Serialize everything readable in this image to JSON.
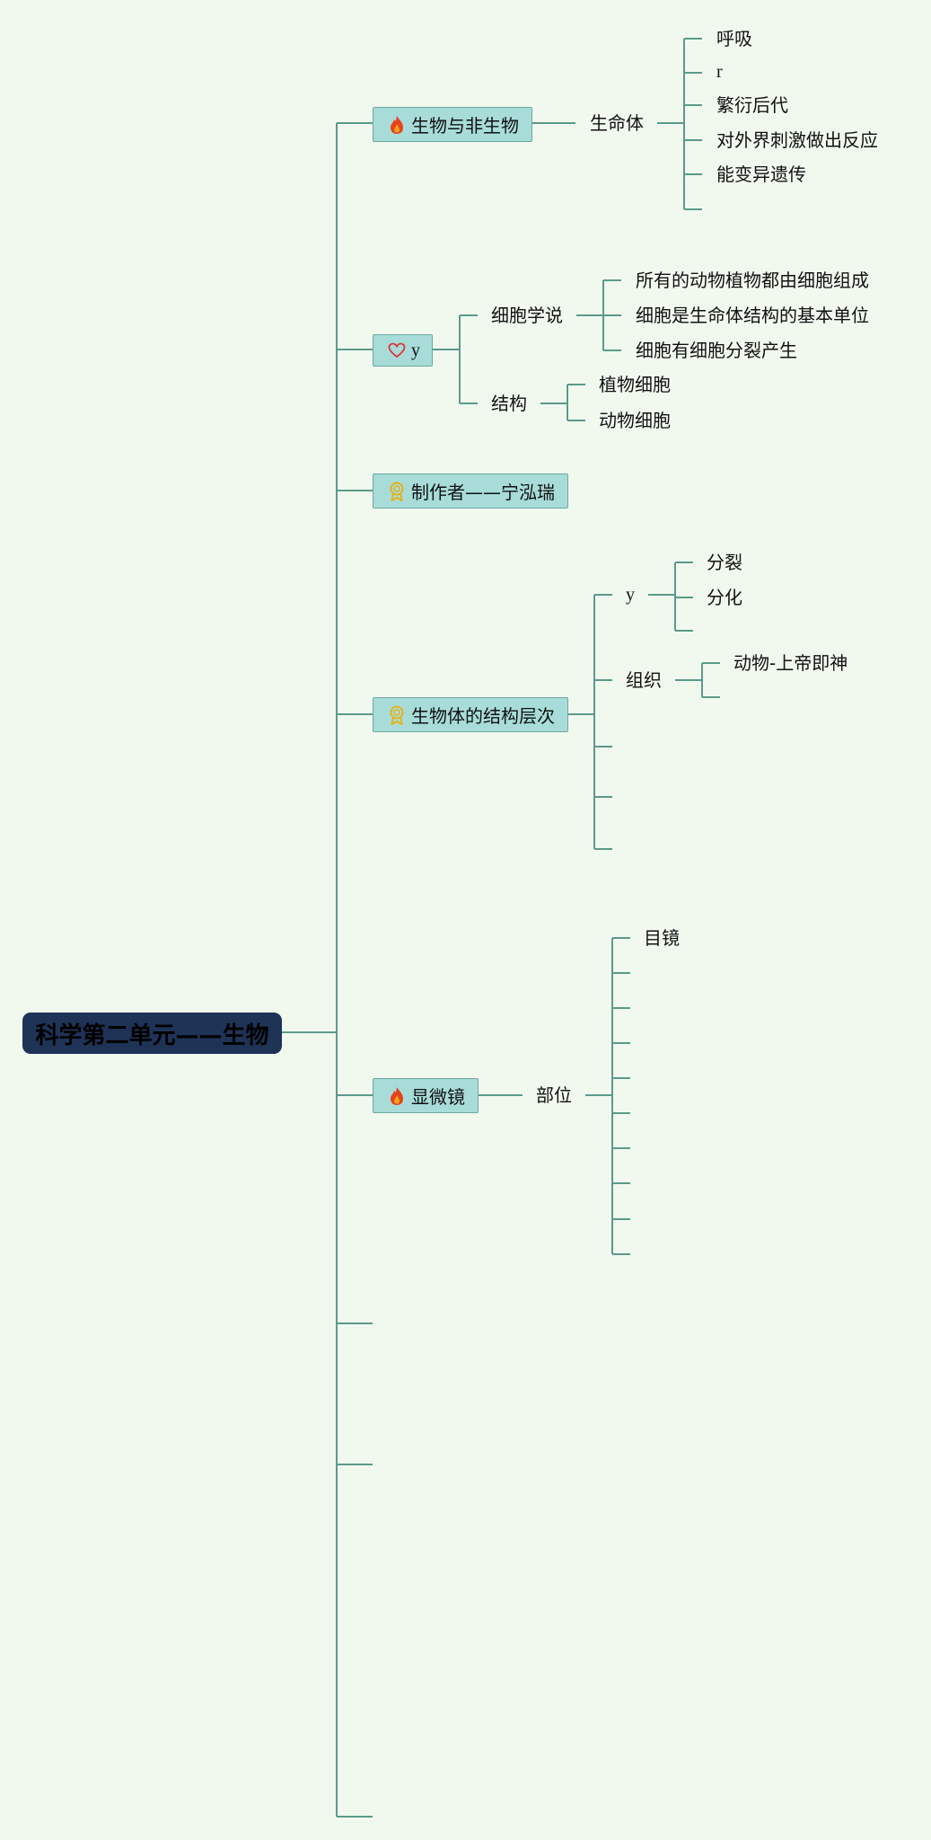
{
  "root": {
    "label": "科学第二单元——生物"
  },
  "topics": {
    "living": {
      "label": "生物与非生物",
      "icon": "fire-icon",
      "child": "生命体",
      "items": [
        "呼吸",
        "r",
        "繁衍后代",
        "对外界刺激做出反应",
        "能变异遗传"
      ]
    },
    "cell": {
      "label": "y",
      "icon": "heart-icon",
      "theory": {
        "label": "细胞学说",
        "items": [
          "所有的动物植物都由细胞组成",
          "细胞是生命体结构的基本单位",
          "细胞有细胞分裂产生"
        ]
      },
      "structure": {
        "label": "结构",
        "items": [
          "植物细胞",
          "动物细胞"
        ]
      }
    },
    "maker": {
      "label": "制作者——宁泓瑞",
      "icon": "award-icon"
    },
    "levels": {
      "label": "生物体的结构层次",
      "icon": "award-icon",
      "y_branch": {
        "label": "y",
        "items": [
          "分裂",
          "分化"
        ]
      },
      "tissue": {
        "label": "组织",
        "items": [
          "动物-上帝即神"
        ]
      }
    },
    "microscope": {
      "label": "显微镜",
      "icon": "fire-icon",
      "part": {
        "label": "部位",
        "items": [
          "目镜"
        ]
      }
    }
  },
  "colors": {
    "line": "#5b9a8b",
    "topic_fill": "#a8dcd8",
    "root_fill": "#1e3356",
    "background": "#f1f9ef",
    "fire": "#e8421c",
    "heart": "#d9363e",
    "award": "#e6b21c"
  }
}
